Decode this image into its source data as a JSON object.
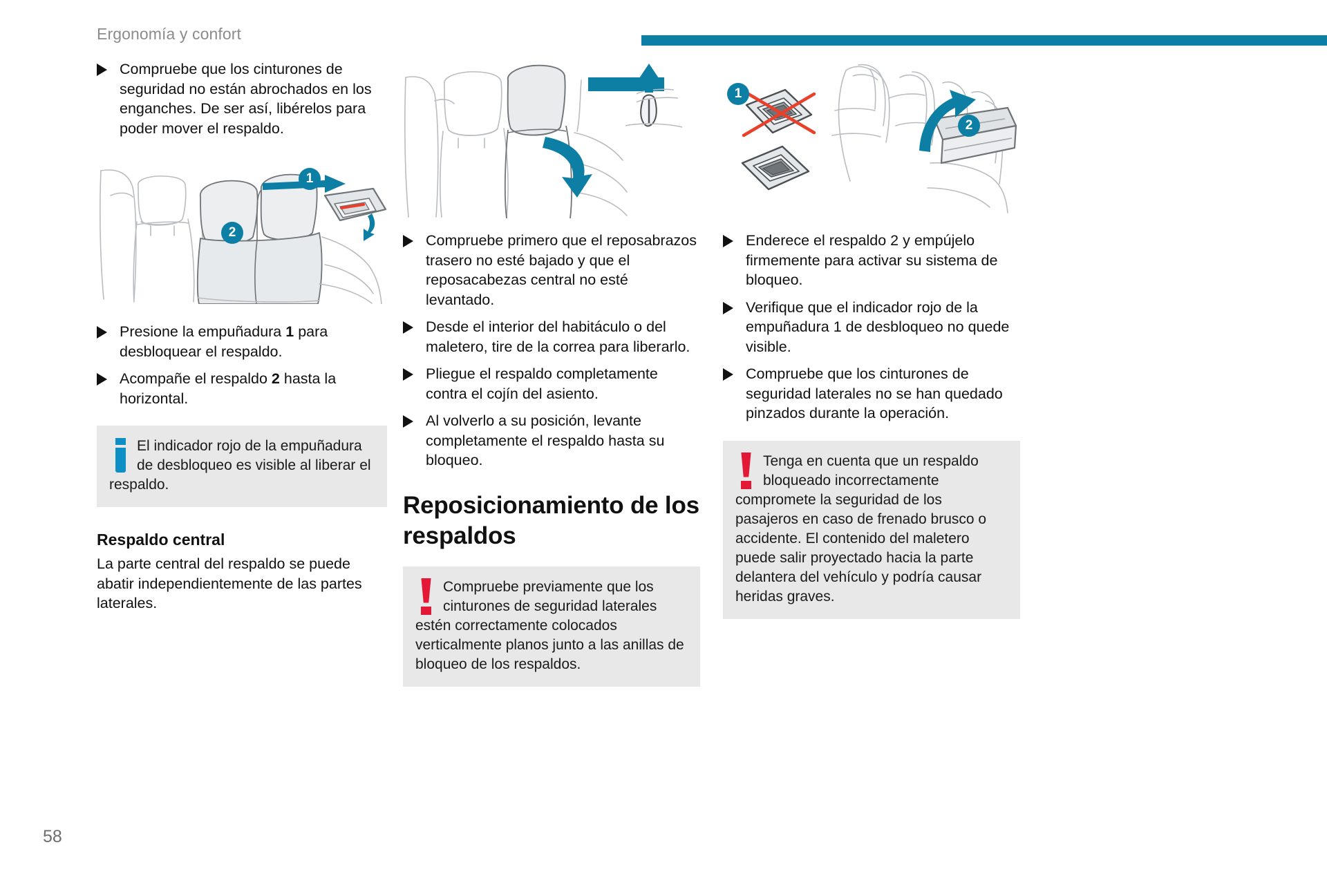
{
  "header": {
    "running_head": "Ergonomía y confort",
    "rule_color": "#0d7fa5"
  },
  "folio": "58",
  "colors": {
    "accent_blue": "#0d7fa5",
    "info_blue": "#0d8ec4",
    "warn_red": "#e31836",
    "notice_bg": "#e8e8e8",
    "cross_red": "#e8402a"
  },
  "column_1": {
    "bullets": [
      {
        "pre": "Compruebe que los cinturones de seguridad no están abrochados en los enganches. De ser así, libérelos para poder mover el respaldo.",
        "bold": "",
        "post": ""
      },
      {
        "pre": "Presione la empuñadura ",
        "bold": "1",
        "post": " para desbloquear el respaldo."
      },
      {
        "pre": "Acompañe el respaldo ",
        "bold": "2",
        "post": " hasta la horizontal."
      }
    ],
    "figure": {
      "name": "rear-seat-backrest-unlock-illustration",
      "callouts": [
        "1",
        "2"
      ]
    },
    "notice": {
      "icon": "info-icon",
      "text": "El indicador rojo de la empuñadura de desbloqueo es visible al liberar el respaldo."
    },
    "subheading": "Respaldo central",
    "paragraph": "La parte central del respaldo se puede abatir independientemente de las partes laterales."
  },
  "column_2": {
    "figure": {
      "name": "backrest-fold-headrest-illustration",
      "callouts": []
    },
    "bullets": [
      {
        "pre": "Compruebe primero que el reposabrazos trasero no esté bajado y que el reposacabezas central no esté levantado.",
        "bold": "",
        "post": ""
      },
      {
        "pre": "Desde el interior del habitáculo o del maletero, tire de la correa para liberarlo.",
        "bold": "",
        "post": ""
      },
      {
        "pre": "Pliegue el respaldo completamente contra el cojín del asiento.",
        "bold": "",
        "post": ""
      },
      {
        "pre": "Al volverlo a su posición, levante completamente el respaldo hasta su bloqueo.",
        "bold": "",
        "post": ""
      }
    ],
    "heading": "Reposicionamiento de los respaldos",
    "notice": {
      "icon": "warning-icon",
      "text": "Compruebe previamente que los cinturones de seguridad laterales estén correctamente colocados verticalmente planos junto a las anillas de bloqueo de los respaldos."
    }
  },
  "column_3": {
    "figure": {
      "name": "backrest-lock-indicator-illustration",
      "callouts": [
        "1",
        "2"
      ]
    },
    "bullets": [
      {
        "pre": "Enderece el respaldo 2 y empújelo firmemente para activar su sistema de bloqueo.",
        "bold": "",
        "post": ""
      },
      {
        "pre": "Verifique que el indicador rojo de la empuñadura 1 de desbloqueo no quede visible.",
        "bold": "",
        "post": ""
      },
      {
        "pre": "Compruebe que los cinturones de seguridad laterales no se han quedado pinzados durante la operación.",
        "bold": "",
        "post": ""
      }
    ],
    "notice": {
      "icon": "warning-icon",
      "text": "Tenga en cuenta que un respaldo bloqueado incorrectamente compromete la seguridad de los pasajeros en caso de frenado brusco o accidente. El contenido del maletero puede salir proyectado hacia la parte delantera del vehículo y podría causar heridas graves."
    }
  }
}
